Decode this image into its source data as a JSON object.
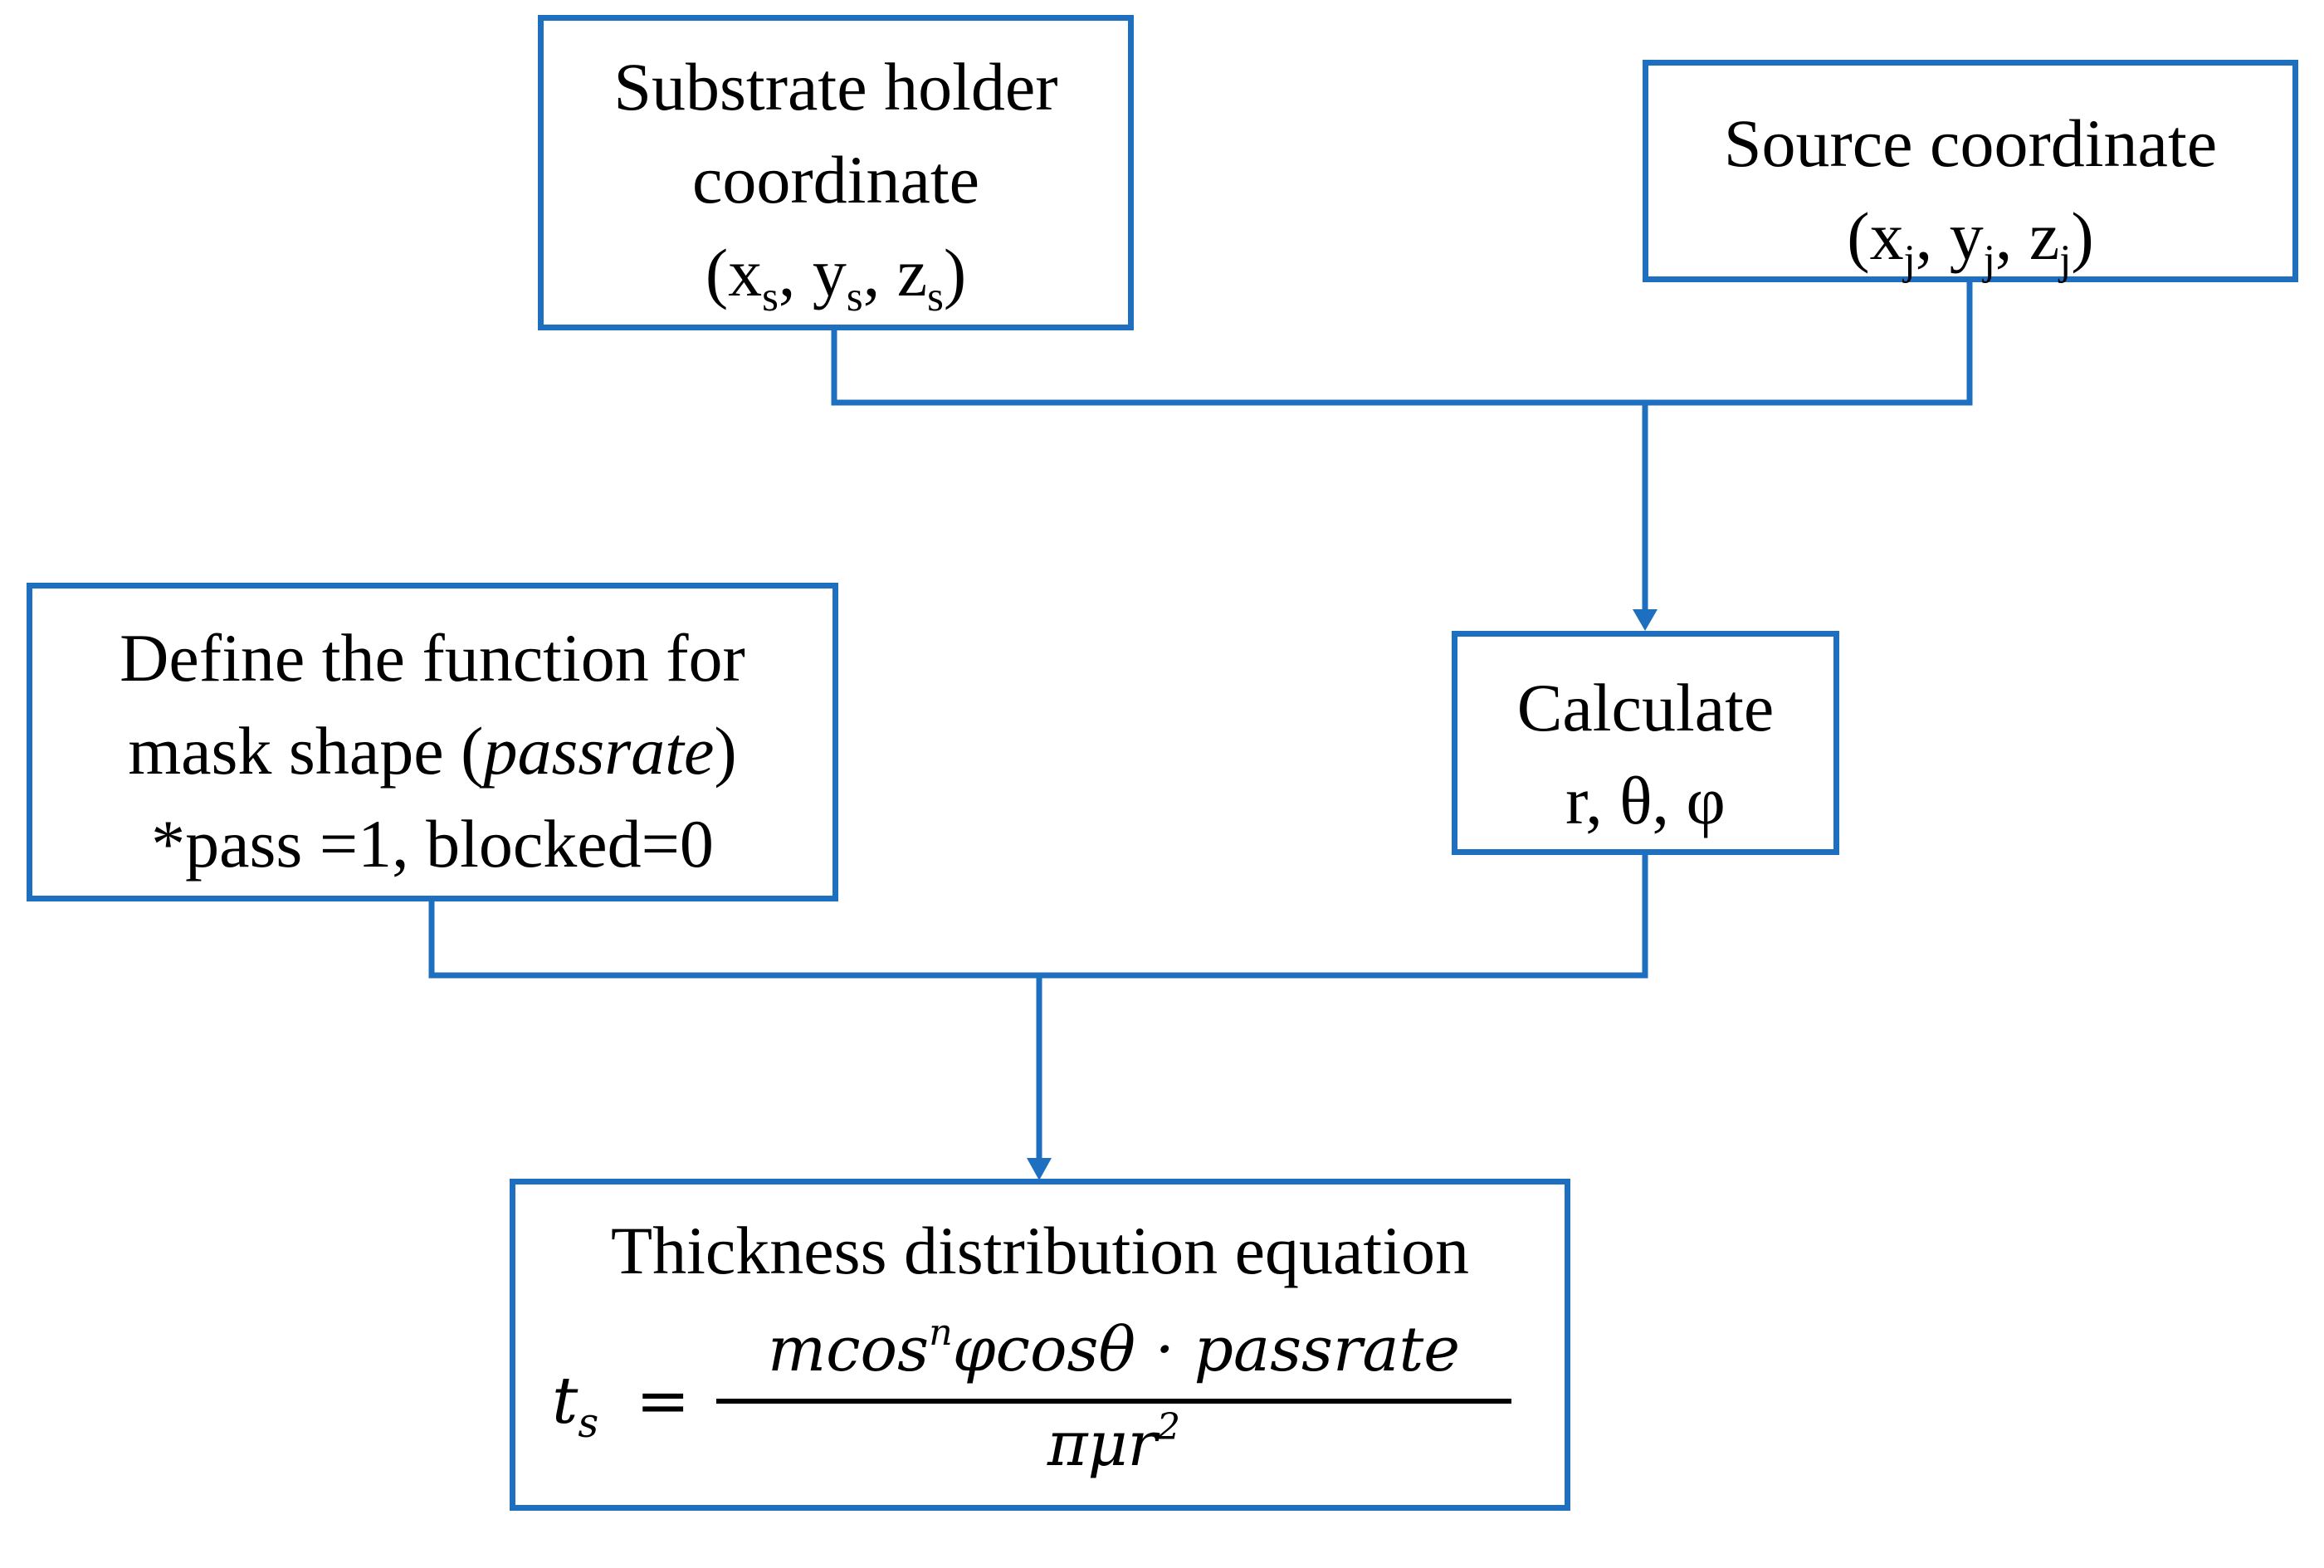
{
  "substrate": {
    "line1": "Substrate holder",
    "line2": "coordinate",
    "var_x": "(x",
    "sub_x": "s",
    "var_y": ", y",
    "sub_y": "s",
    "var_z": ", z",
    "sub_z": "s",
    "close": ")"
  },
  "source": {
    "line1": "Source coordinate",
    "var_x": "(x",
    "sub_x": "j",
    "var_y": ", y",
    "sub_y": "j",
    "var_z": ", z",
    "sub_z": "j",
    "close": ")"
  },
  "mask": {
    "line1": "Define the function for",
    "line2_pre": "mask shape (",
    "line2_italic": "passrate",
    "line2_post": ")",
    "line3": "*pass =1, blocked=0"
  },
  "calculate": {
    "line1": "Calculate",
    "line2": "r, θ, φ"
  },
  "thickness": {
    "title": "Thickness distribution equation",
    "lhs_var": "t",
    "lhs_sub": "s",
    "equals": "=",
    "num_pre": "mcos",
    "num_sup": "n",
    "num_post": "φcosθ · passrate",
    "den_pre": "πμr",
    "den_sup": "2"
  },
  "colors": {
    "accent": "#1f6fc0"
  }
}
